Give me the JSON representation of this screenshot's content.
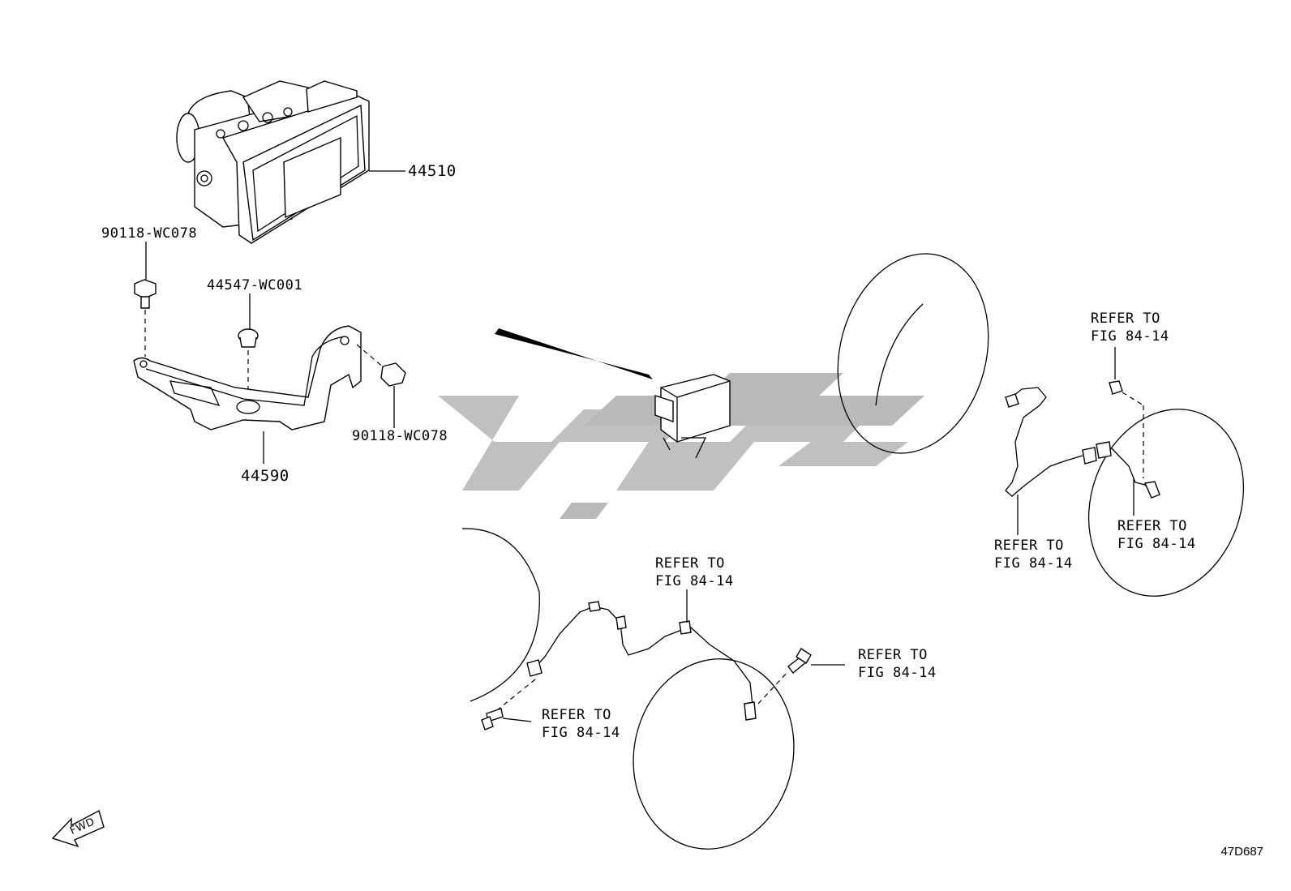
{
  "parts": {
    "hydraulic_unit": "44510",
    "bolt_upper": "90118-WC078",
    "grommet": "44547-WC001",
    "bolt_right": "90118-WC078",
    "bracket": "44590"
  },
  "refs": {
    "rr_sensor_top": "REFER TO\nFIG 84-14",
    "rr_wire": "REFER TO\nFIG 84-14",
    "rr_sensor": "REFER TO\nFIG 84-14",
    "fr_wire": "REFER TO\nFIG 84-14",
    "fr_bolt_right": "REFER TO\nFIG 84-14",
    "fr_bolt_left": "REFER TO\nFIG 84-14"
  },
  "fwd_label": "FWD",
  "figure_code": "47D687"
}
